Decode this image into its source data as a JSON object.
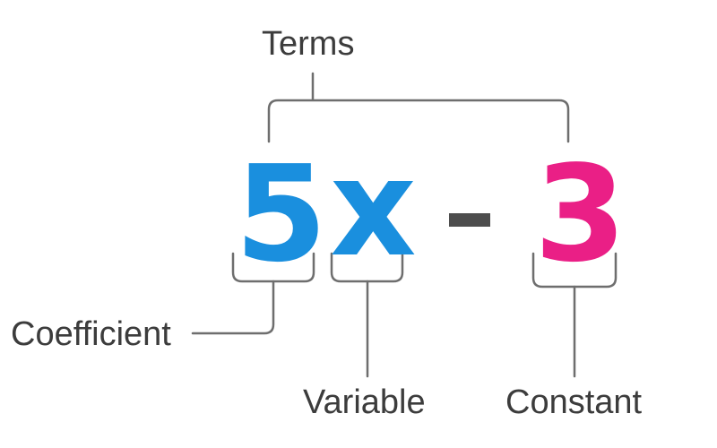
{
  "expression": {
    "coefficient": "5",
    "variable": "x",
    "operator": "-",
    "constant": "3"
  },
  "labels": {
    "terms": "Terms",
    "coefficient": "Coefficient",
    "variable": "Variable",
    "constant": "Constant"
  },
  "colors": {
    "coefficient": "#1a8fde",
    "variable": "#1a8fde",
    "operator": "#4d4d4d",
    "constant": "#ea1f86",
    "lines": "#6e6e6e",
    "text": "#3c3c3c"
  }
}
